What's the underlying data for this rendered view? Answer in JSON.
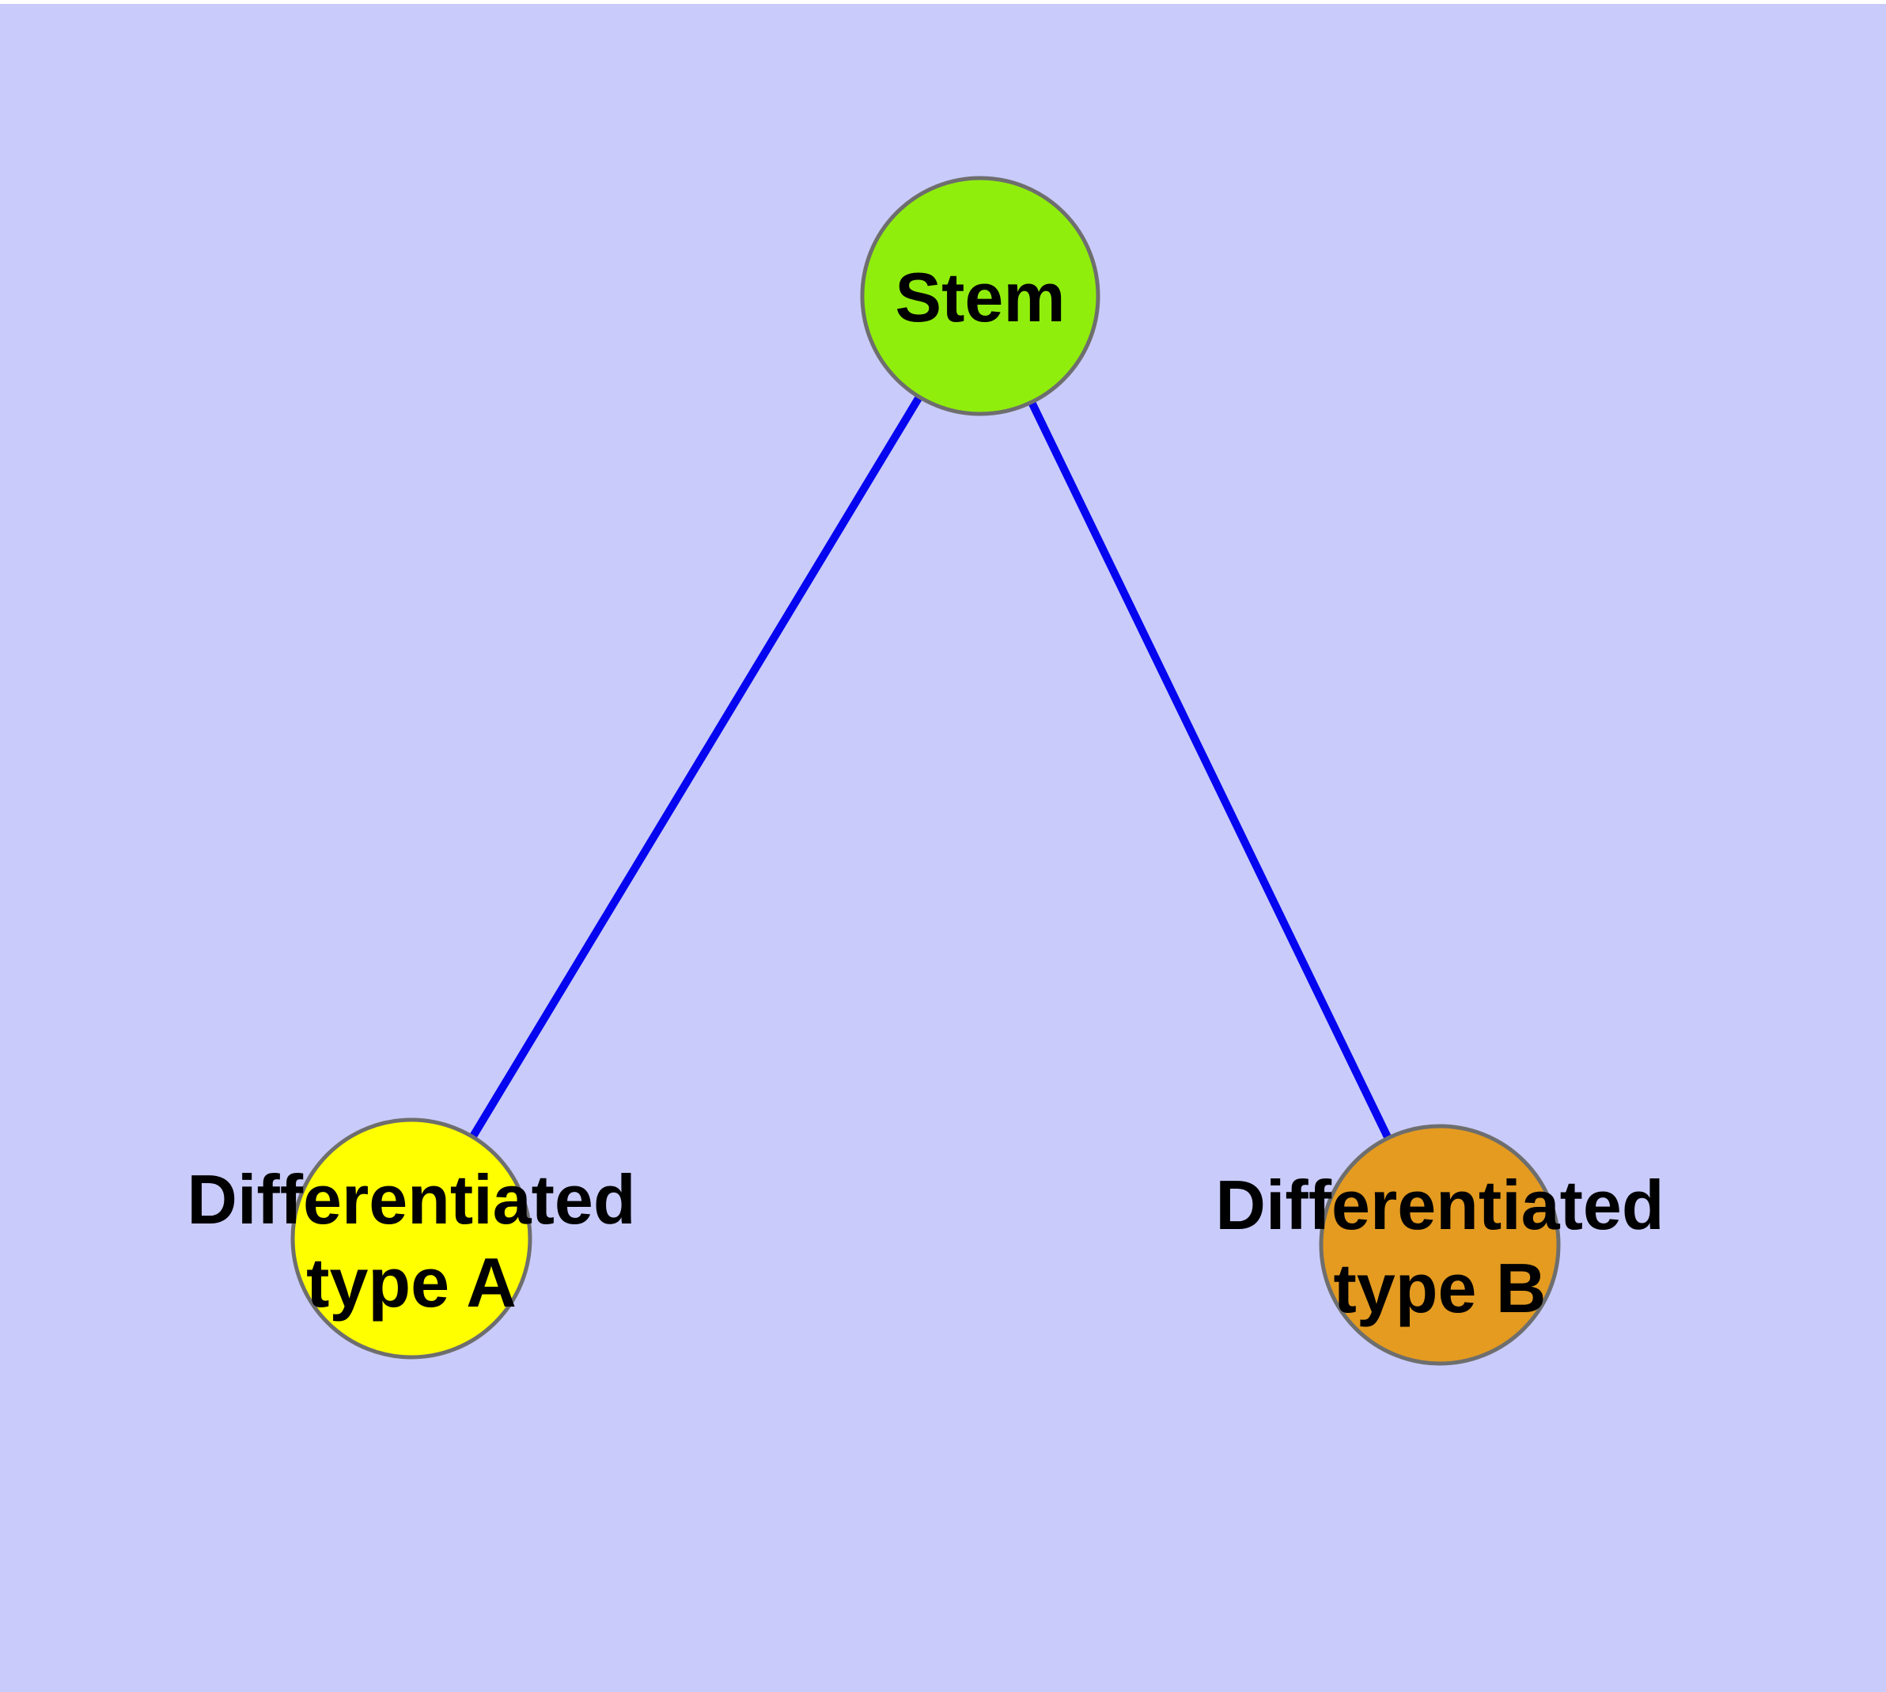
{
  "canvas": {
    "background_color": "#C9CBFA",
    "top_strip_color": "#FFFFFF"
  },
  "edges": {
    "color": "#0505F0",
    "items": [
      {
        "name": "stem-to-type-a",
        "from": "Stem",
        "to": "Differentiated type A"
      },
      {
        "name": "stem-to-type-b",
        "from": "Stem",
        "to": "Differentiated type B"
      }
    ]
  },
  "nodes": {
    "stem": {
      "label": "Stem",
      "fill": "#90EE0C",
      "border": "#6E6E6E",
      "text_color": "#000000"
    },
    "type_a": {
      "label_line1": "Differentiated",
      "label_line2": "type A",
      "fill": "#FFFF00",
      "border": "#6E6E6E",
      "text_color": "#000000"
    },
    "type_b": {
      "label_line1": "Differentiated",
      "label_line2": "type B",
      "fill": "#E49B20",
      "border": "#6E6E6E",
      "text_color": "#000000"
    }
  }
}
